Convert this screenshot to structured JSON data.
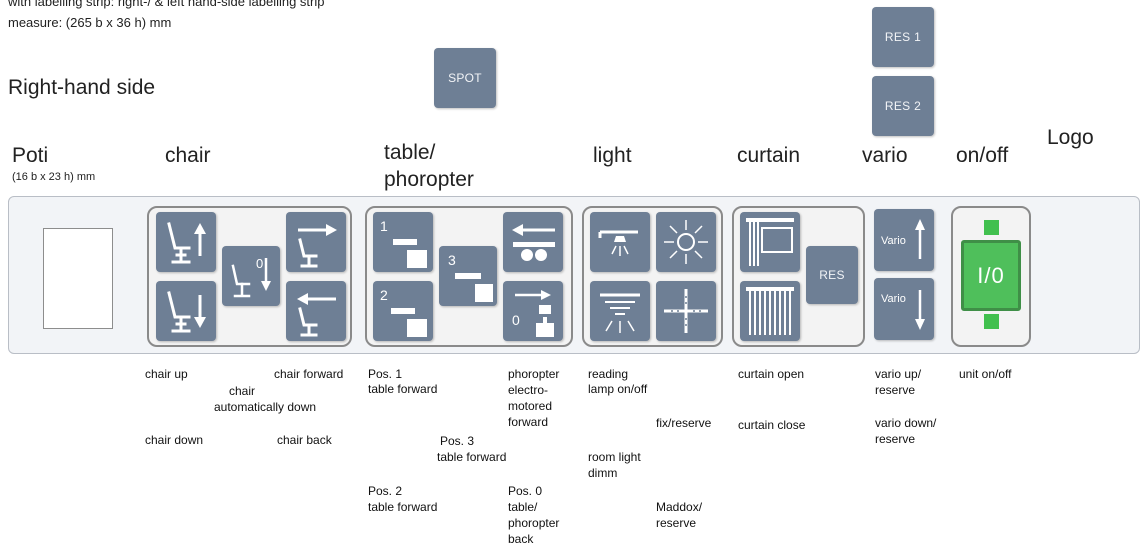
{
  "header": {
    "line1": "with labelling strip: right-/ & left hand-side labelling strip",
    "line2": "measure: (265 b x 36 h) mm",
    "side": "Right-hand side"
  },
  "float_keys": {
    "spot": "SPOT",
    "res1": "RES 1",
    "res2": "RES 2"
  },
  "groups": {
    "poti": {
      "title": "Poti",
      "sub": "(16 b x 23 h) mm"
    },
    "chair": {
      "title": "chair"
    },
    "table": {
      "title_line1": "table/",
      "title_line2": "phoropter"
    },
    "light": {
      "title": "light"
    },
    "curtain": {
      "title": "curtain"
    },
    "vario": {
      "title": "vario"
    },
    "onoff": {
      "title": "on/off"
    },
    "logo": "Logo"
  },
  "keys": {
    "pos1": "1",
    "pos2": "2",
    "pos3": "3",
    "pos0": "0",
    "chair_auto": "0",
    "curtain_res": "RES",
    "vario_up": "Vario",
    "vario_down": "Vario",
    "unit": "I/0"
  },
  "captions": {
    "chair_up": "chair up",
    "chair_auto_1": "chair",
    "chair_auto_2": "automatically down",
    "chair_forward": "chair forward",
    "chair_down": "chair down",
    "chair_back": "chair back",
    "pos1_1": "Pos. 1",
    "pos1_2": "table forward",
    "pos3_1": "Pos. 3",
    "pos3_2": "table forward",
    "pos2_1": "Pos. 2",
    "pos2_2": "table forward",
    "phor_1": "phoropter",
    "phor_2": "electro-",
    "phor_3": "motored",
    "phor_4": "forward",
    "pos0_1": "Pos. 0",
    "pos0_2": "table/",
    "pos0_3": "phoropter",
    "pos0_4": "back",
    "reading_1": "reading",
    "reading_2": "lamp on/off",
    "fix": "fix/reserve",
    "room_1": "room light",
    "room_2": "dimm",
    "maddox_1": "Maddox/",
    "maddox_2": "reserve",
    "curtain_open": "curtain open",
    "curtain_close": "curtain close",
    "vario_up_1": "vario up/",
    "vario_up_2": "reserve",
    "vario_down_1": "vario down/",
    "vario_down_2": "reserve",
    "unit": "unit on/off"
  },
  "colors": {
    "key": "#6e7f95",
    "onoff_green": "#4fbf5b",
    "led_green": "#41c04e",
    "strip": "#f2f4f7"
  }
}
